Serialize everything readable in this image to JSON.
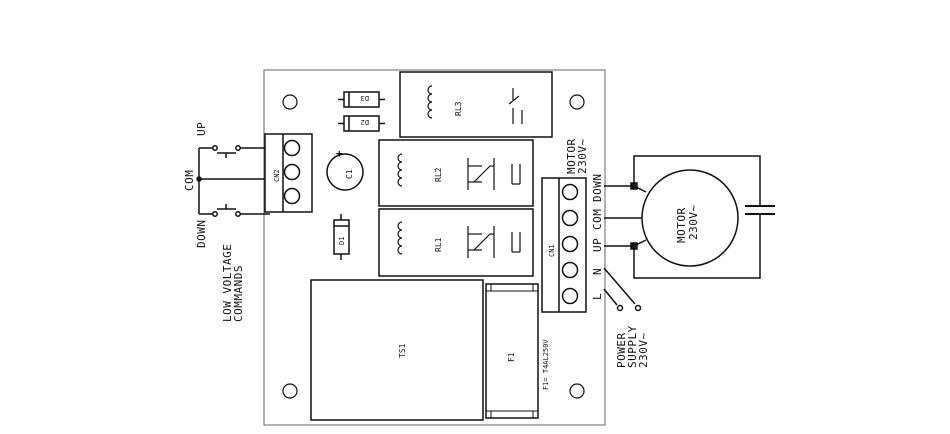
{
  "diagram": {
    "labels": {
      "up": "UP",
      "com": "COM",
      "down": "DOWN",
      "low_voltage_1": "LOW VOLTAGE",
      "low_voltage_2": "COMMANDS",
      "cn2": "CN2",
      "cn1": "CN1",
      "c1": "C1",
      "c1_polarity": "+",
      "d1": "D1",
      "d2": "D2",
      "d3": "D3",
      "rl1": "RL1",
      "rl2": "RL2",
      "rl3": "RL3",
      "ts1": "TS1",
      "f1": "F1",
      "f1_note": "F1= T4AL250V",
      "motor_terminals_1": "MOTOR",
      "motor_terminals_2": "230V~",
      "term_down": "DOWN",
      "term_com": "COM",
      "term_up": "UP",
      "term_n": "N",
      "term_l": "L",
      "motor_1": "MOTOR",
      "motor_2": "230V~",
      "power_1": "POWER",
      "power_2": "SUPPLY",
      "power_3": "230V~"
    },
    "colors": {
      "line": "#111111",
      "board_outline": "#666666",
      "background": "#ffffff"
    }
  }
}
